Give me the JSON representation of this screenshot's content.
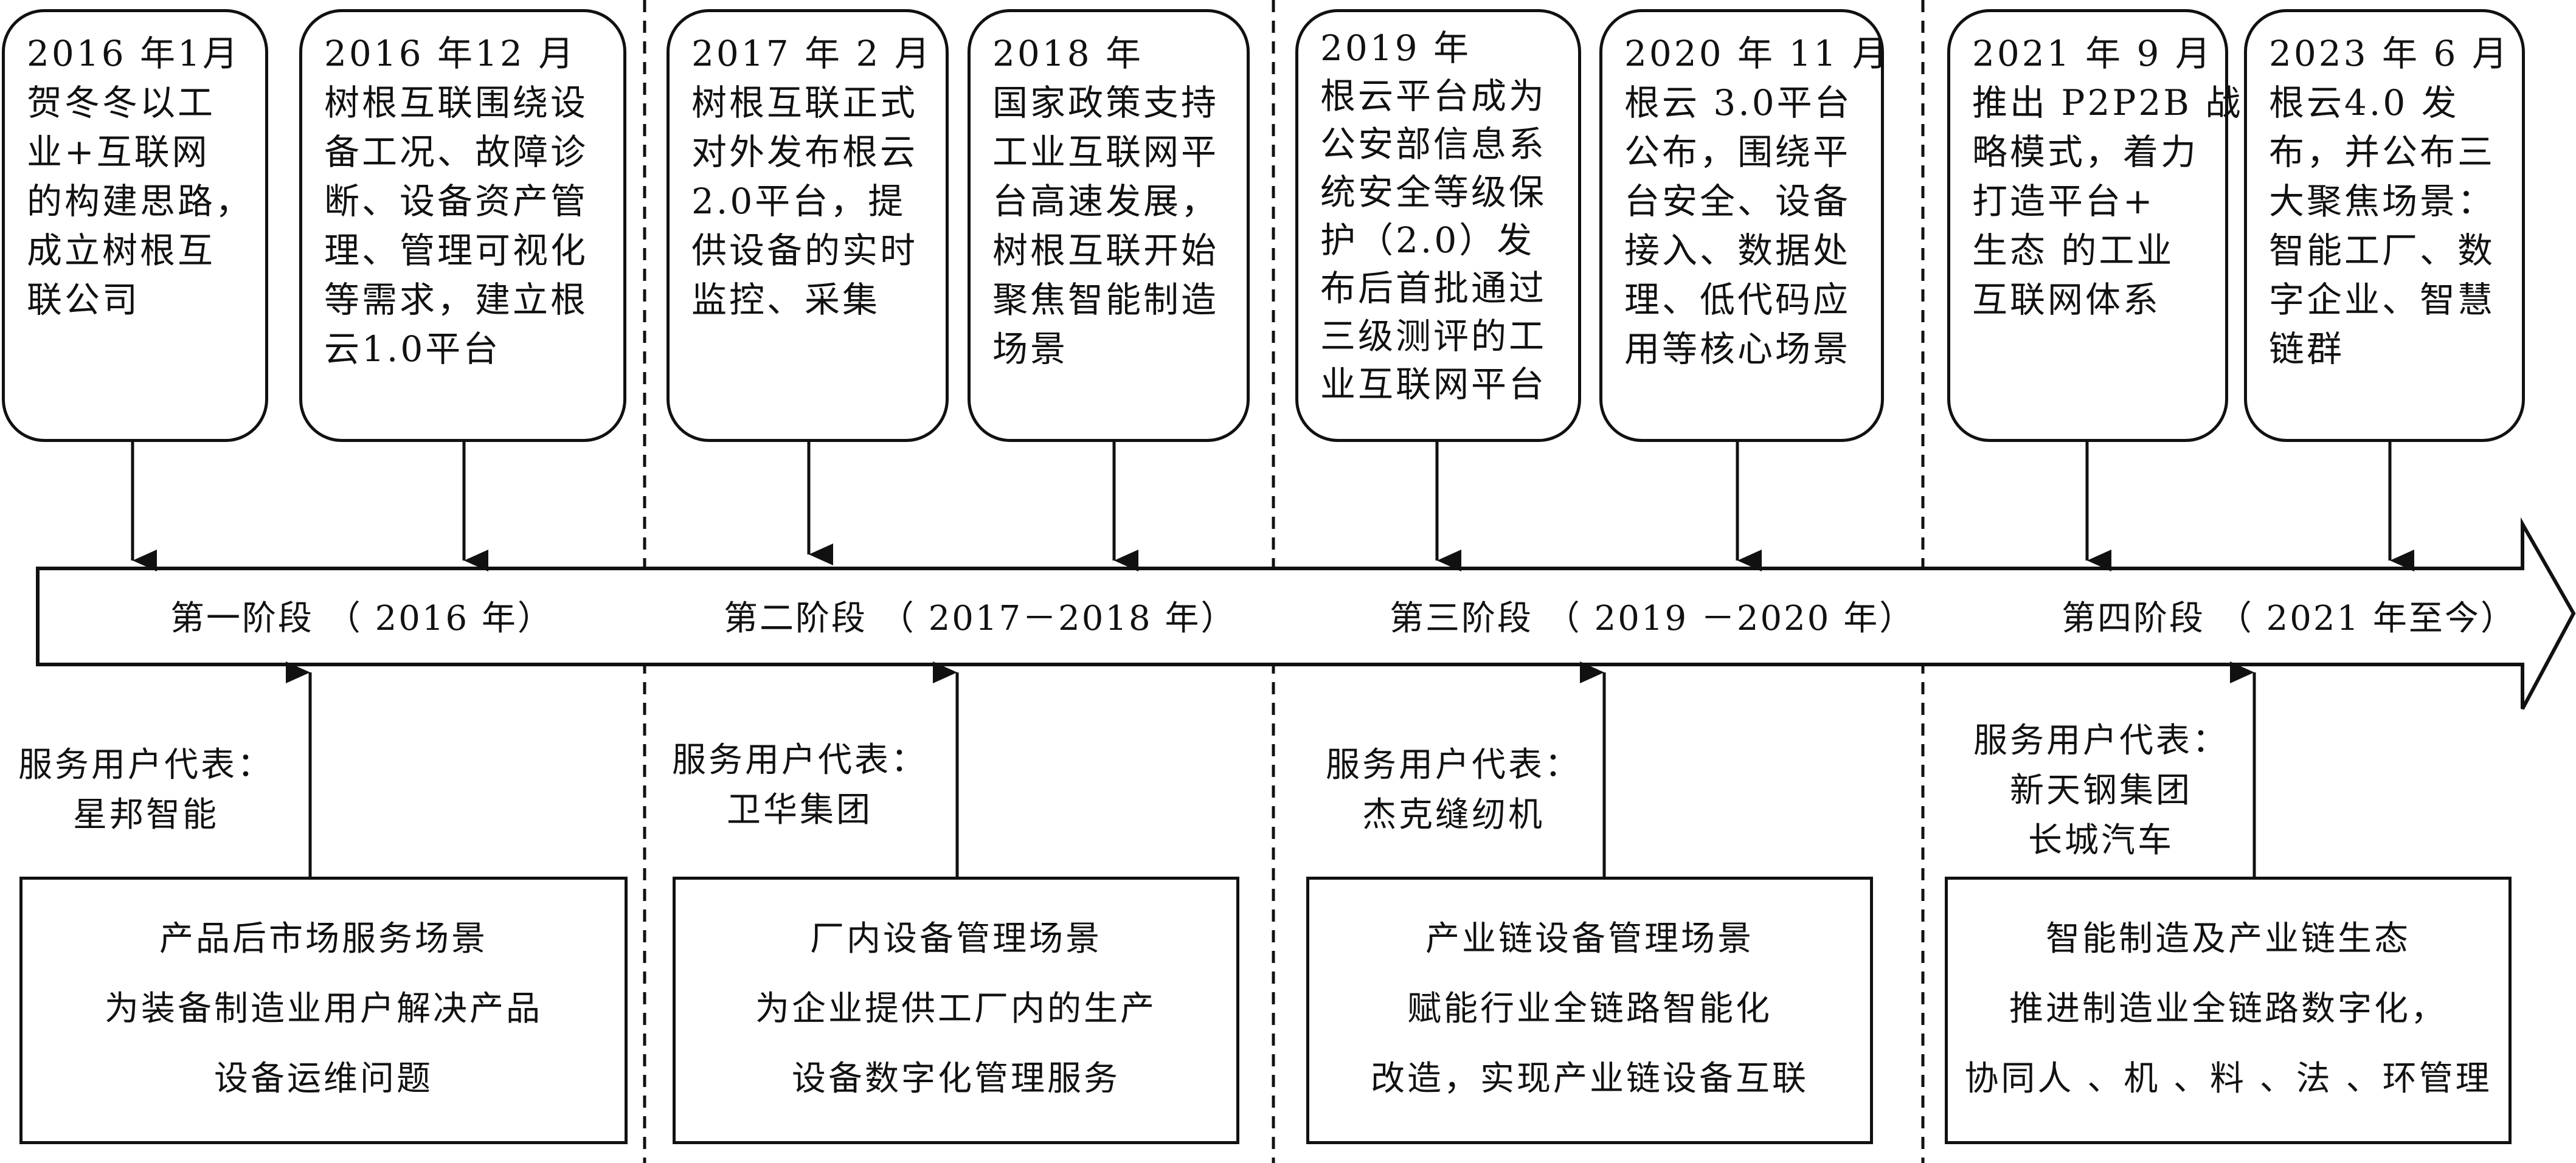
{
  "events": [
    {
      "lines": [
        "2016 年1月",
        "贺冬冬以工",
        "业+互联网",
        "的构建思路，",
        "成立树根互",
        "联公司"
      ]
    },
    {
      "lines": [
        "2016 年12 月",
        "树根互联围绕设",
        "备工况、故障诊",
        "断、设备资产管",
        "理、管理可视化",
        "等需求，建立根",
        "云1.0平台"
      ]
    },
    {
      "lines": [
        "2017 年 2 月",
        "树根互联正式",
        "对外发布根云",
        "2.0平台，提",
        "供设备的实时",
        "监控、采集"
      ]
    },
    {
      "lines": [
        "2018 年",
        "国家政策支持",
        "工业互联网平",
        "台高速发展，",
        "树根互联开始",
        "聚焦智能制造",
        "场景"
      ]
    },
    {
      "lines": [
        "2019 年",
        "根云平台成为",
        "公安部信息系",
        "统安全等级保",
        "护（2.0）发",
        "布后首批通过",
        "三级测评的工",
        "业互联网平台"
      ]
    },
    {
      "lines": [
        "2020 年 11 月",
        "根云 3.0平台",
        "公布，围绕平",
        "台安全、设备",
        "接入、数据处",
        "理、低代码应",
        "用等核心场景"
      ]
    },
    {
      "lines": [
        "2021 年 9 月",
        "推出 P2P2B 战",
        "略模式，着力",
        "打造平台+",
        "生态 的工业",
        "互联网体系"
      ]
    },
    {
      "lines": [
        "2023 年 6 月",
        "根云4.0 发",
        "布，并公布三",
        "大聚焦场景：",
        "智能工厂、数",
        "字企业、智慧",
        "链群"
      ]
    }
  ],
  "phases": [
    {
      "label": "第一阶段 （ 2016 年）",
      "users": [
        "服务用户代表：",
        "星邦智能"
      ],
      "scene": [
        "产品后市场服务场景",
        "为装备制造业用户解决产品",
        "设备运维问题"
      ]
    },
    {
      "label": "第二阶段 （ 2017－2018 年）",
      "users": [
        "服务用户代表：",
        "卫华集团"
      ],
      "scene": [
        "厂内设备管理场景",
        "为企业提供工厂内的生产",
        "设备数字化管理服务"
      ]
    },
    {
      "label": "第三阶段 （ 2019 －2020 年）",
      "users": [
        "服务用户代表：",
        "杰克缝纫机"
      ],
      "scene": [
        "产业链设备管理场景",
        "赋能行业全链路智能化",
        "改造，实现产业链设备互联"
      ]
    },
    {
      "label": "第四阶段 （ 2021 年至今）",
      "users": [
        "服务用户代表：",
        "新天钢集团",
        "长城汽车"
      ],
      "scene": [
        "智能制造及产业链生态",
        "推进制造业全链路数字化，",
        "协同人 、机 、料 、法 、环管理"
      ]
    }
  ]
}
